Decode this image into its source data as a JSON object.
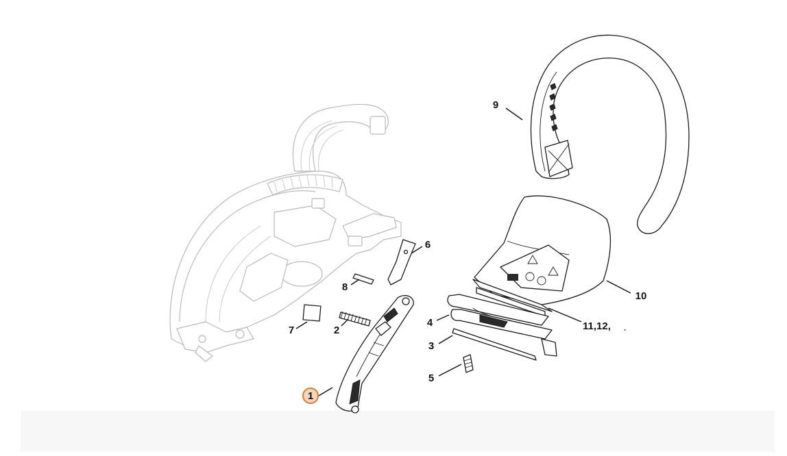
{
  "diagram": {
    "callouts": [
      {
        "id": "c1",
        "label": "1",
        "highlighted": true
      },
      {
        "id": "c2",
        "label": "2"
      },
      {
        "id": "c3",
        "label": "3"
      },
      {
        "id": "c4",
        "label": "4"
      },
      {
        "id": "c5",
        "label": "5"
      },
      {
        "id": "c6",
        "label": "6"
      },
      {
        "id": "c7",
        "label": "7"
      },
      {
        "id": "c8",
        "label": "8"
      },
      {
        "id": "c9",
        "label": "9"
      },
      {
        "id": "c10",
        "label": "10"
      },
      {
        "id": "c11",
        "label": "11,12,"
      }
    ],
    "colors": {
      "highlight_ring": "#e07a2e",
      "highlight_fill": "#f7d8bd",
      "ink": "#1a1a1a",
      "ghost": "#b9b9b9"
    }
  }
}
